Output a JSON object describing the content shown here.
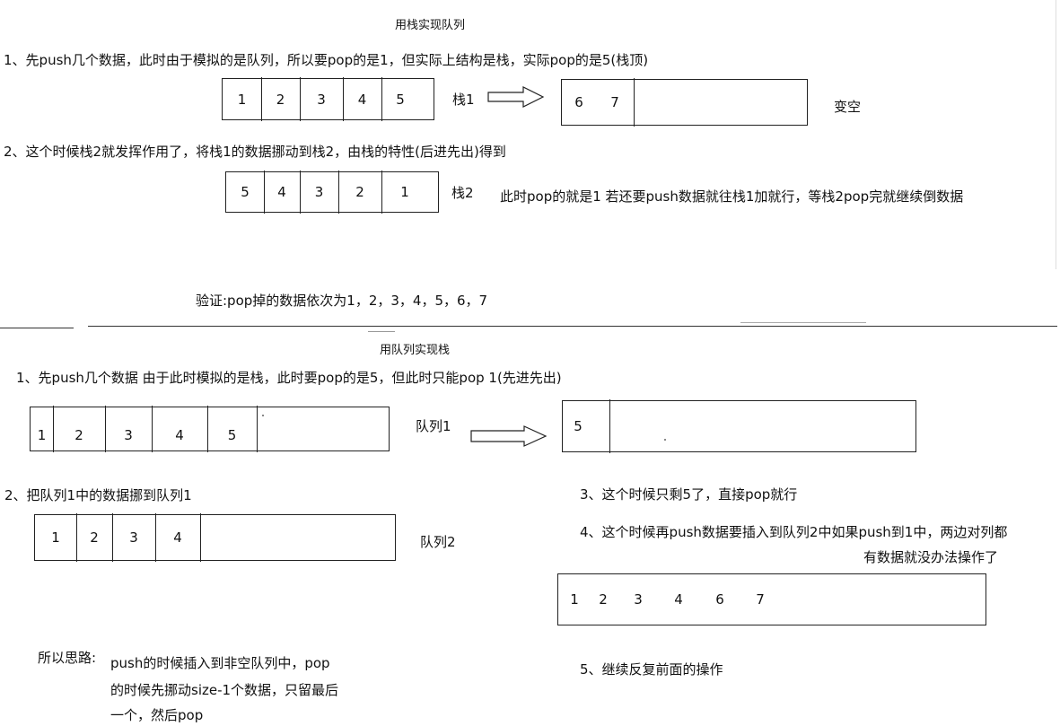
{
  "top": {
    "title": "用栈实现队列",
    "step1": "1、先push几个数据，此时由于模拟的是队列，所以要pop的是1，但实际上结构是栈，实际pop的是5(栈顶)",
    "stack1_cells": [
      "1",
      "2",
      "3",
      "4",
      "5"
    ],
    "stack1_label": "栈1",
    "stack1_after_cells": [
      "6",
      "7"
    ],
    "becomes_empty": "变空",
    "step2": "2、这个时候栈2就发挥作用了，将栈1的数据挪动到栈2，由栈的特性(后进先出)得到",
    "stack2_cells": [
      "5",
      "4",
      "3",
      "2",
      "1"
    ],
    "stack2_label": "栈2",
    "stack2_note": "此时pop的就是1  若还要push数据就往栈1加就行，等栈2pop完就继续倒数据",
    "verify": "验证:pop掉的数据依次为1，2，3，4，5，6，7"
  },
  "bottom": {
    "title": "用队列实现栈",
    "step1": "1、先push几个数据 由于此时模拟的是栈，此时要pop的是5，但此时只能pop 1(先进先出)",
    "queue1_cells": [
      "1",
      "2",
      "3",
      "4",
      "5"
    ],
    "queue1_label": "队列1",
    "queue1_after_cells": [
      "5"
    ],
    "step2": "2、把队列1中的数据挪到队列1",
    "queue2_cells": [
      "1",
      "2",
      "3",
      "4"
    ],
    "queue2_label": "队列2",
    "step3": "3、这个时候只剩5了，直接pop就行",
    "step4_line1": "4、这个时候再push数据要插入到队列2中如果push到1中，两边对列都",
    "step4_line2": "有数据就没办法操作了",
    "queue_final_cells": [
      "1",
      "2",
      "3",
      "4",
      "6",
      "7"
    ],
    "summary_label": "所以思路:",
    "summary_line1": "push的时候插入到非空队列中，pop",
    "summary_line2": "的时候先挪动size-1个数据，只留最后",
    "summary_line3": "一个，然后pop",
    "step5": "5、继续反复前面的操作"
  }
}
